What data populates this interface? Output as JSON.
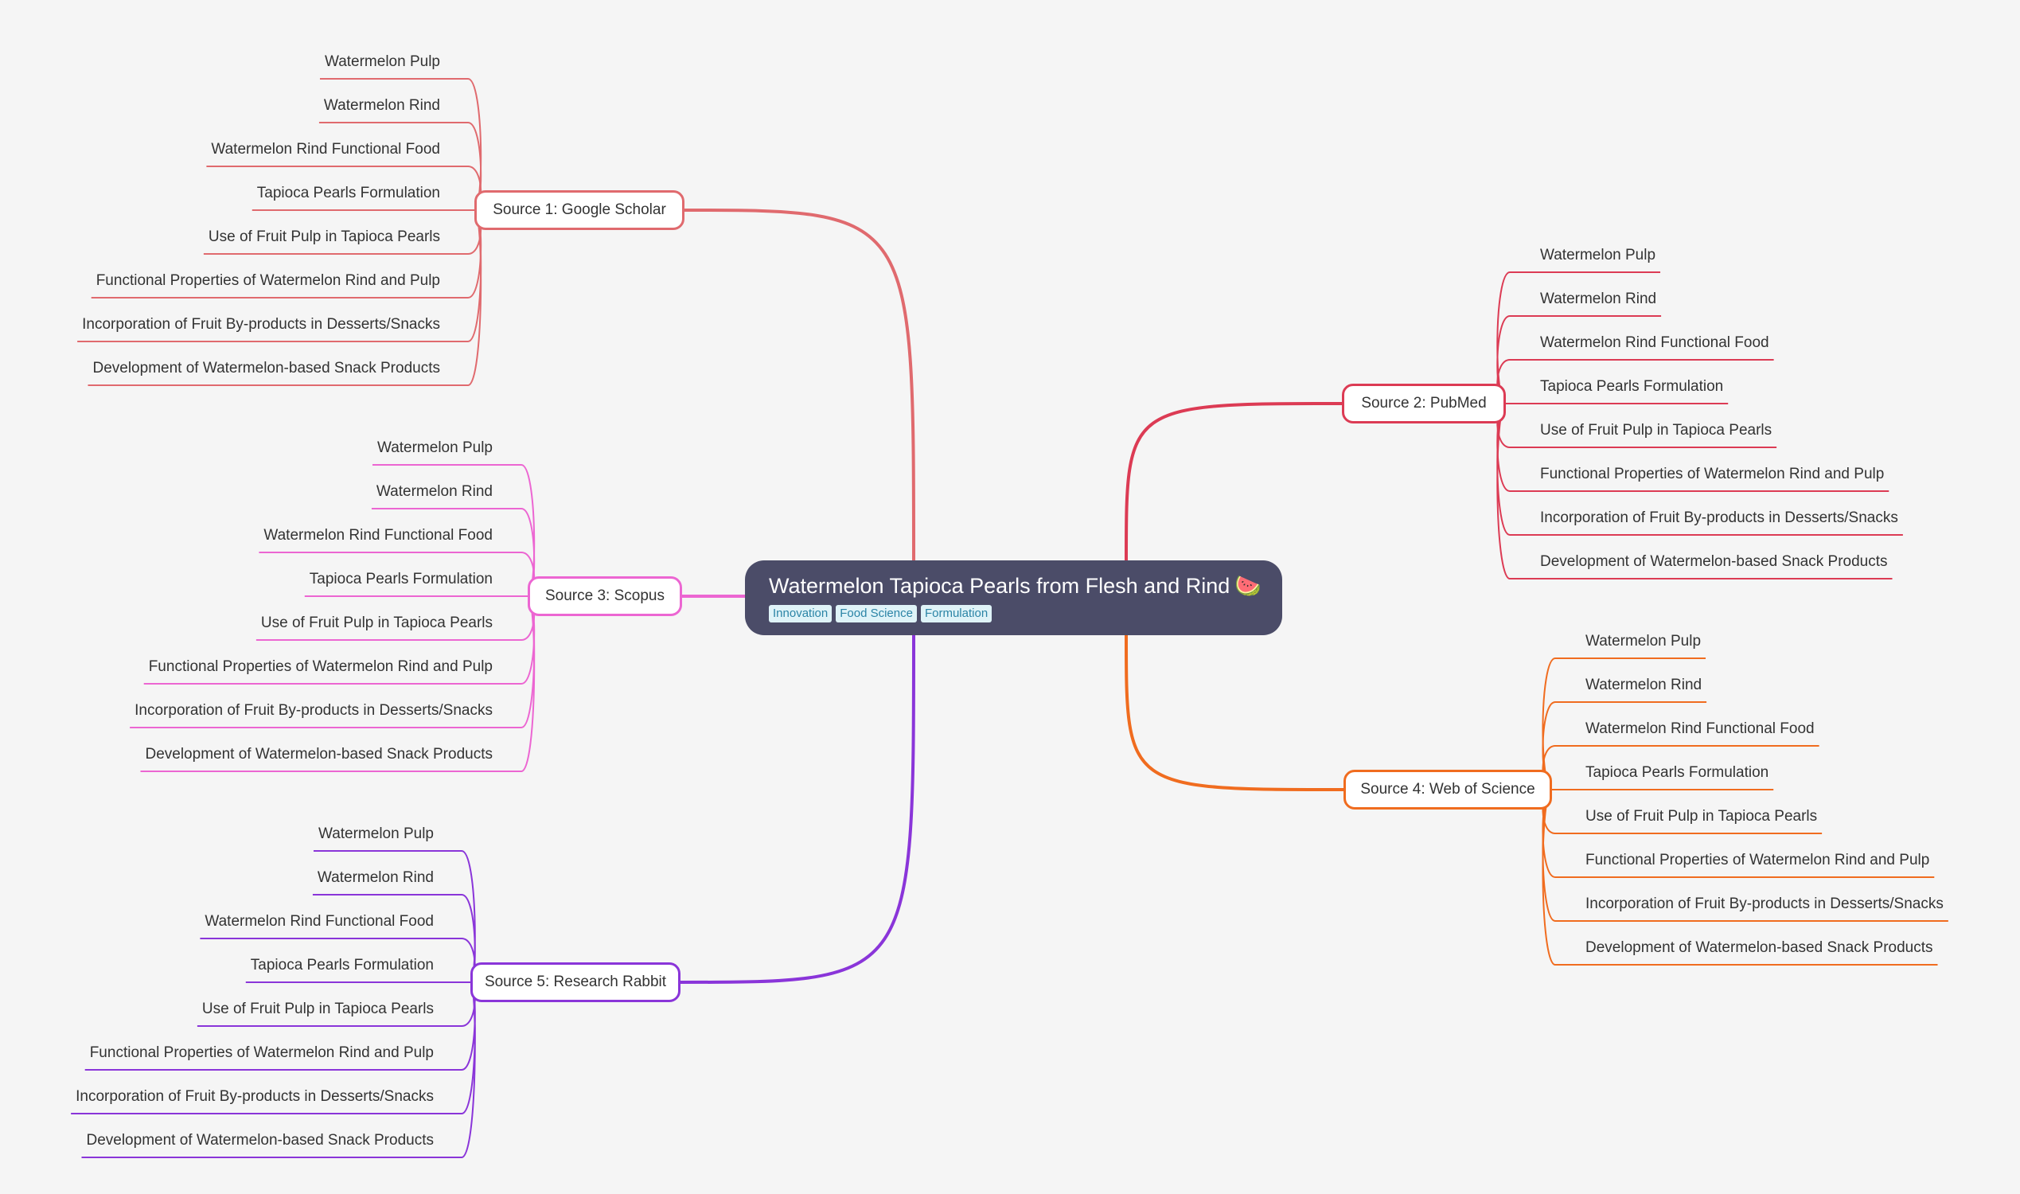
{
  "root": {
    "title": "Watermelon Tapioca Pearls from Flesh and Rind",
    "emoji": "🍉",
    "tags": [
      "Innovation",
      "Food Science",
      "Formulation"
    ]
  },
  "sources": [
    {
      "title": "Source 1: Google Scholar",
      "color": "#e06a6e",
      "topics": [
        "Watermelon Pulp",
        "Watermelon Rind",
        "Watermelon Rind Functional Food",
        "Tapioca Pearls Formulation",
        "Use of Fruit Pulp in Tapioca Pearls",
        "Functional Properties of Watermelon Rind and Pulp",
        "Incorporation of Fruit By-products in Desserts/Snacks",
        "Development of Watermelon-based Snack Products"
      ]
    },
    {
      "title": "Source 2: PubMed",
      "color": "#dc3b54",
      "topics": [
        "Watermelon Pulp",
        "Watermelon Rind",
        "Watermelon Rind Functional Food",
        "Tapioca Pearls Formulation",
        "Use of Fruit Pulp in Tapioca Pearls",
        "Functional Properties of Watermelon Rind and Pulp",
        "Incorporation of Fruit By-products in Desserts/Snacks",
        "Development of Watermelon-based Snack Products"
      ]
    },
    {
      "title": "Source 3: Scopus",
      "color": "#ec66d2",
      "topics": [
        "Watermelon Pulp",
        "Watermelon Rind",
        "Watermelon Rind Functional Food",
        "Tapioca Pearls Formulation",
        "Use of Fruit Pulp in Tapioca Pearls",
        "Functional Properties of Watermelon Rind and Pulp",
        "Incorporation of Fruit By-products in Desserts/Snacks",
        "Development of Watermelon-based Snack Products"
      ]
    },
    {
      "title": "Source 4: Web of Science",
      "color": "#f06c1f",
      "topics": [
        "Watermelon Pulp",
        "Watermelon Rind",
        "Watermelon Rind Functional Food",
        "Tapioca Pearls Formulation",
        "Use of Fruit Pulp in Tapioca Pearls",
        "Functional Properties of Watermelon Rind and Pulp",
        "Incorporation of Fruit By-products in Desserts/Snacks",
        "Development of Watermelon-based Snack Products"
      ]
    },
    {
      "title": "Source 5: Research Rabbit",
      "color": "#8a35d9",
      "topics": [
        "Watermelon Pulp",
        "Watermelon Rind",
        "Watermelon Rind Functional Food",
        "Tapioca Pearls Formulation",
        "Use of Fruit Pulp in Tapioca Pearls",
        "Functional Properties of Watermelon Rind and Pulp",
        "Incorporation of Fruit By-products in Desserts/Snacks",
        "Development of Watermelon-based Snack Products"
      ]
    }
  ]
}
